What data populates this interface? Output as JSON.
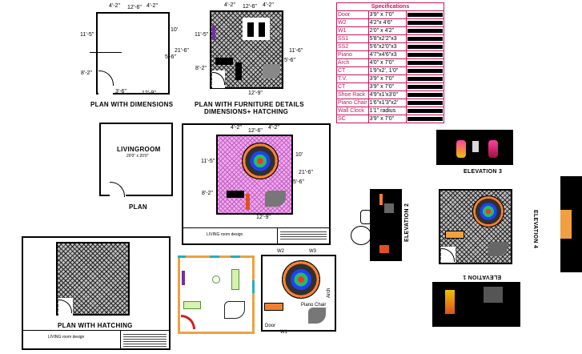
{
  "captions": {
    "plan_dimensions": "PLAN WITH DIMENSIONS",
    "plan_furniture_line1": "PLAN WITH FURNITURE DETAILS",
    "plan_furniture_line2": "DIMENSIONS+ HATCHING",
    "plan": "PLAN",
    "plan_hatching": "PLAN WITH HATCHING",
    "living_room": "LIVINGROOM",
    "living_room_size": "20'0\" x 20'0\"",
    "elevation_1": "ELEVATION 1",
    "elevation_2": "ELEVATION 2",
    "elevation_3": "ELEVATION 3",
    "elevation_4": "ELEVATION 4",
    "title_block_1": "LIVING room design",
    "title_block_2": "LIVING room design"
  },
  "dimensions": {
    "d1": "4'-2\"",
    "d2": "12'-6\"",
    "d3": "4'-2\"",
    "d4": "11'-5\"",
    "d5": "10'",
    "d6": "5'-6\"",
    "d7": "21'-6\"",
    "d8": "8'-2\"",
    "d9": "3'-6\"",
    "d10": "12'-9\"",
    "d11": "11'-6\""
  },
  "furniture_labels": {
    "w2": "W2",
    "w3": "W3",
    "door": "Door",
    "w1": "W1",
    "arch": "Arch",
    "piano_chair": "Piano Chair"
  },
  "specifications": {
    "title": "Specifications",
    "rows": [
      {
        "name": "Door",
        "value": "3'9\" x 7'0\""
      },
      {
        "name": "W2",
        "value": "4'2\"x 4'6\""
      },
      {
        "name": "W1",
        "value": "2'0\" x 4'2\""
      },
      {
        "name": "SS1",
        "value": "5'8\"x2'2\"x3"
      },
      {
        "name": "SS2",
        "value": "5'6\"x2'0\"x3"
      },
      {
        "name": "Piano",
        "value": "4'7\"x4'6\"x3"
      },
      {
        "name": "Arch",
        "value": "4'0\" x 7'0\""
      },
      {
        "name": "CT",
        "value": "1'9\"x2', 1'0\""
      },
      {
        "name": "T.V.",
        "value": "3'9\" x 7'0\""
      },
      {
        "name": "CT",
        "value": "3'9\" x 7'0\""
      },
      {
        "name": "Shoe Rack",
        "value": "4'9\"x1'x3'0\""
      },
      {
        "name": "Piano Chair",
        "value": "1'6\"x1'3\"x2'"
      },
      {
        "name": "Wall Clock",
        "value": "1'1\" radius"
      },
      {
        "name": "SC",
        "value": "3'9\" x 7'0\""
      }
    ]
  },
  "colors": {
    "accent": "#c2185b",
    "hatch": "#222222",
    "pink_floor": "#f2a8f0",
    "orange_frame": "#f0a040",
    "cyan_frame": "#20b0c0"
  }
}
